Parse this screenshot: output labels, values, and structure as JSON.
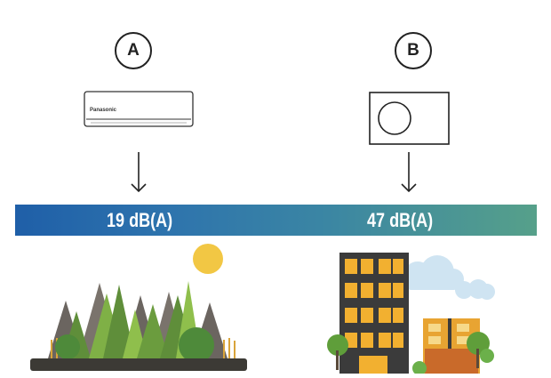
{
  "badge_a": "A",
  "badge_b": "B",
  "brand": "Panasonic",
  "level_a": "19 dB(A)",
  "level_b": "47 dB(A)",
  "colors": {
    "bar_start": "#1f5fa8",
    "bar_end": "#56a08a",
    "sun": "#f2c744",
    "cloud": "#cfe4f2",
    "building": "#3b3b3b",
    "window": "#f2b030",
    "tree_dark": "#5f8e3a",
    "tree_light": "#8fbf4c",
    "mountain": "#6b6560",
    "ground": "#3c3a35"
  },
  "icons": [
    "air-conditioner-icon",
    "fan-unit-icon",
    "arrow-down-icon",
    "forest-scene",
    "city-scene"
  ]
}
